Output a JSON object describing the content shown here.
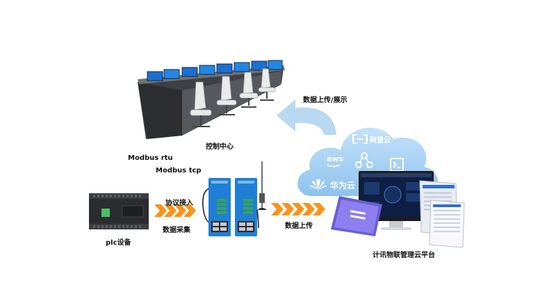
{
  "labels": {
    "control_center": "控制中心",
    "modbus_rtu": "Modbus rtu",
    "modbus_tcp": "Modbus tcp",
    "protocol_access": "协议接入",
    "data_collection": "数据采集",
    "plc_device": "plc设备",
    "data_upload": "数据上传",
    "data_upload_display": "数据上传/展示",
    "platform": "计讯物联管理云平台"
  },
  "cloud": {
    "aliyun": "阿里云",
    "aws": "aws",
    "huawei": "华为云"
  },
  "colors": {
    "arrow_orange": "#f7941d",
    "upload_arrow_blue": "#b9d8f2",
    "cloud_blue": "#a9d1f3",
    "gateway_blue": "#1f7fd6",
    "terminal_green": "#3aa357"
  }
}
